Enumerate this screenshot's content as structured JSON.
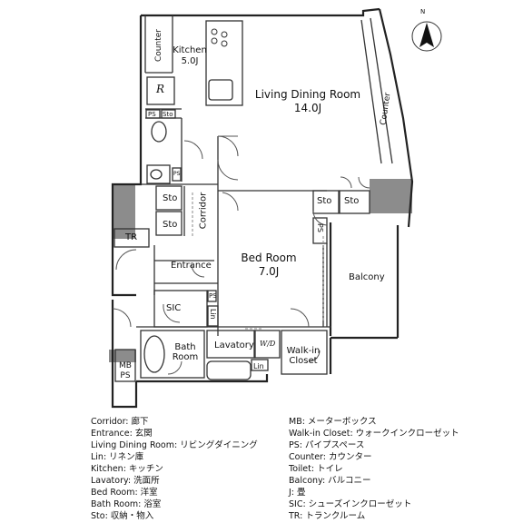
{
  "rooms": {
    "kitchen": {
      "name": "Kitchen",
      "size": "5.0J"
    },
    "ldr": {
      "name": "Living Dining Room",
      "size": "14.0J"
    },
    "bedroom": {
      "name": "Bed Room",
      "size": "7.0J"
    },
    "counter": "Counter",
    "fridge": "R",
    "ps": "PS",
    "sto": "Sto",
    "corridor": "Corridor",
    "tr": "TR",
    "entrance": "Entrance",
    "sic": "SIC",
    "lin": "Lin",
    "mbps": [
      "MB",
      "PS"
    ],
    "bath": [
      "Bath",
      "Room"
    ],
    "lavatory": "Lavatory",
    "wd": "W/D",
    "walkin": [
      "Walk-in",
      "Closet"
    ],
    "balcony": "Balcony"
  },
  "compass": {
    "label": "N"
  },
  "legend": {
    "left": [
      "Corridor: 廊下",
      "Entrance: 玄関",
      "Living Dining Room: リビングダイニング",
      "Lin: リネン庫",
      "Kitchen: キッチン",
      "Lavatory: 洗面所",
      "Bed Room: 洋室",
      "Bath Room: 浴室",
      "Sto: 収納・物入"
    ],
    "right": [
      "MB: メーターボックス",
      "Walk-in Closet: ウォークインクローゼット",
      "PS: パイプスペース",
      "Counter: カウンター",
      "Toilet: トイレ",
      "Balcony: バルコニー",
      "J: 畳",
      "SIC: シューズインクローゼット",
      "TR: トランクルーム"
    ]
  }
}
